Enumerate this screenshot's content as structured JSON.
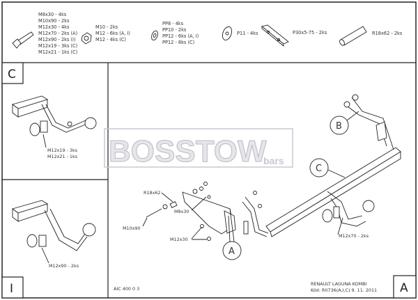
{
  "parts": {
    "bolts": [
      "M8x30 - 4ks",
      "M10x90 - 2ks",
      "M12x30 - 4ks",
      "M12x70 - 2ks (A)",
      "M12x90 - 2ks (I)",
      "M12x19 - 3ks (C)",
      "M12x21 - 1ks (C)"
    ],
    "nuts": [
      "M10 - 2ks",
      "M12 - 6ks (A, I)",
      "M12 - 4ks (C)"
    ],
    "washers": [
      "PP8 - 4ks",
      "PP10 - 2ks",
      "PP12 - 6ks (A, I)",
      "PP12 - 8ks (C)"
    ],
    "big_washer": "P11 - 4ks",
    "plate": "P30x5-75 - 2ks",
    "tube": "R18x62 - 2ks"
  },
  "panel_c": {
    "label": "C",
    "bolts": [
      "M12x19 - 3ks",
      "M12x21 - 1ks"
    ]
  },
  "panel_i": {
    "label": "I",
    "bolts": "M12x90 - 2ks"
  },
  "main": {
    "label": "A",
    "watermark": "BOSSTOW",
    "watermark_sub": "bars",
    "callouts": {
      "a": "A",
      "b": "B",
      "c": "C"
    },
    "annotations": {
      "r18x62": "R18x62",
      "m8x30": "M8x30",
      "m10x90": "M10x90",
      "m12x30": "M12x30",
      "m12x70": "M12x70 - 2ks"
    },
    "drawing_no": "AIC 400 0 3",
    "vehicle": "RENAULT LAGUNA KOMBI",
    "code": "Kód: R0736(A,I,C)  9. 11. 2011"
  }
}
